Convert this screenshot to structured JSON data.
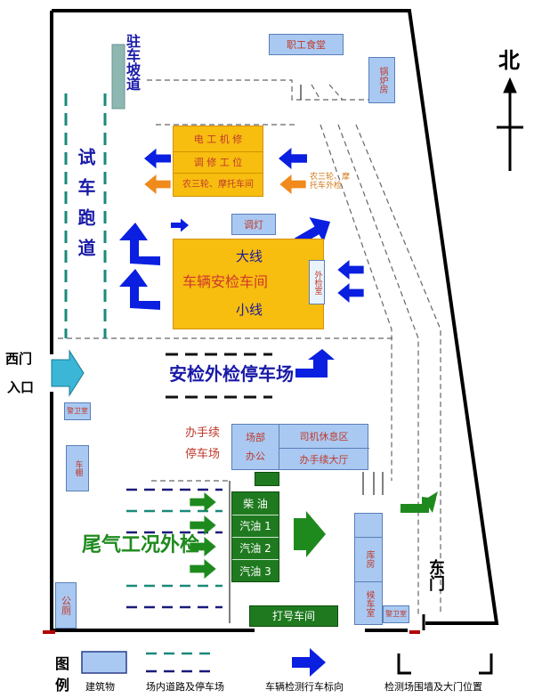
{
  "compass": {
    "north": "北"
  },
  "labels": {
    "ramp": "驻车坡道",
    "test_track": "试车跑道",
    "west_gate_line1": "西门",
    "west_gate_line2": "入口",
    "east_gate": "东门",
    "inspection_parking": "安检外检停车场",
    "exhaust_check": "尾气工况外检",
    "handling_parking_line1": "办手续",
    "handling_parking_line2": "停车场",
    "tricycle_outside": "农三轮、摩托车外检"
  },
  "buildings": {
    "canteen": "职工食堂",
    "boiler_room": "锅炉房",
    "electrician": "电 工 机 修",
    "repair_station": "调 修 工 位",
    "tricycle_hall": "农三轮、摩托车间",
    "light_adjust": "调灯",
    "hall_big_line": "大线",
    "hall_name": "车辆安检车间",
    "hall_small_line": "小线",
    "external_check_room": "外检室",
    "guard_west": "警卫室",
    "car_wash": "车棚",
    "toilet": "公厕",
    "field_office_1": "场部",
    "field_office_2": "办公",
    "driver_rest": "司机休息区",
    "handling_hall": "办手续大厅",
    "diesel": "柴 油",
    "gas1": "汽油 1",
    "gas2": "汽油 2",
    "gas3": "汽油 3",
    "warehouse": "库房",
    "waiting_room": "候车室",
    "guard_east": "警卫室",
    "plate_workshop": "打号车间"
  },
  "legend": {
    "title_line1": "图",
    "title_line2": "例",
    "building": "建筑物",
    "road": "场内道路及停车场",
    "direction": "车辆检测行车标向",
    "wall": "检测场围墙及大门位置"
  },
  "colors": {
    "building_fill": "#a9c9f2",
    "orange_fill": "#f7bd0f",
    "green_fill": "#1f7a1f",
    "blue_arrow": "#0a1fe0",
    "green_arrow": "#1e8a1e",
    "orange_arrow": "#f08a1c",
    "teal_dash": "#1a8a7a",
    "navy_dash": "#1a1a7a"
  }
}
